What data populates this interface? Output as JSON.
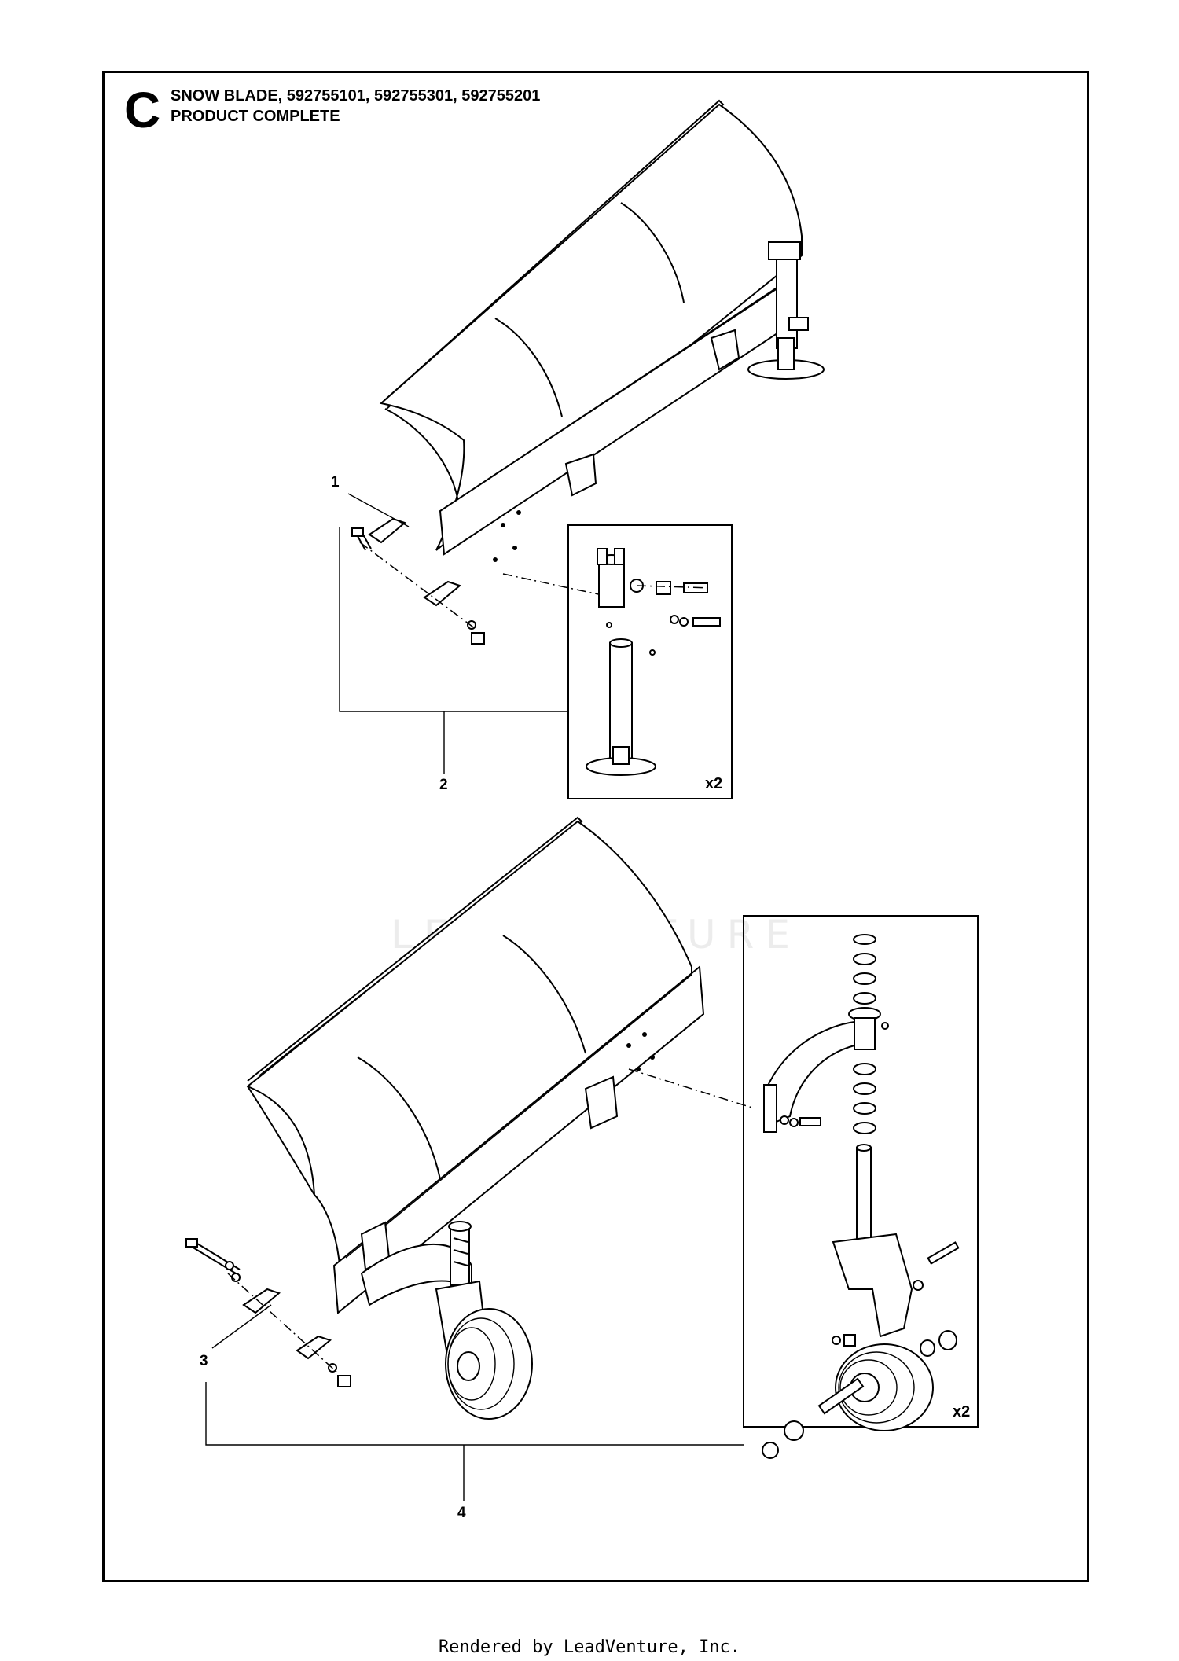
{
  "header": {
    "section_letter": "C",
    "title_line1": "SNOW BLADE, 592755101, 592755301, 592755201",
    "title_line2": "PRODUCT COMPLETE"
  },
  "callouts": {
    "c1": "1",
    "c2": "2",
    "c3": "3",
    "c4": "4"
  },
  "detail_boxes": {
    "upper_qty": "x2",
    "lower_qty": "x2"
  },
  "watermark": "LEADVENTURE",
  "footer": "Rendered by LeadVenture, Inc."
}
